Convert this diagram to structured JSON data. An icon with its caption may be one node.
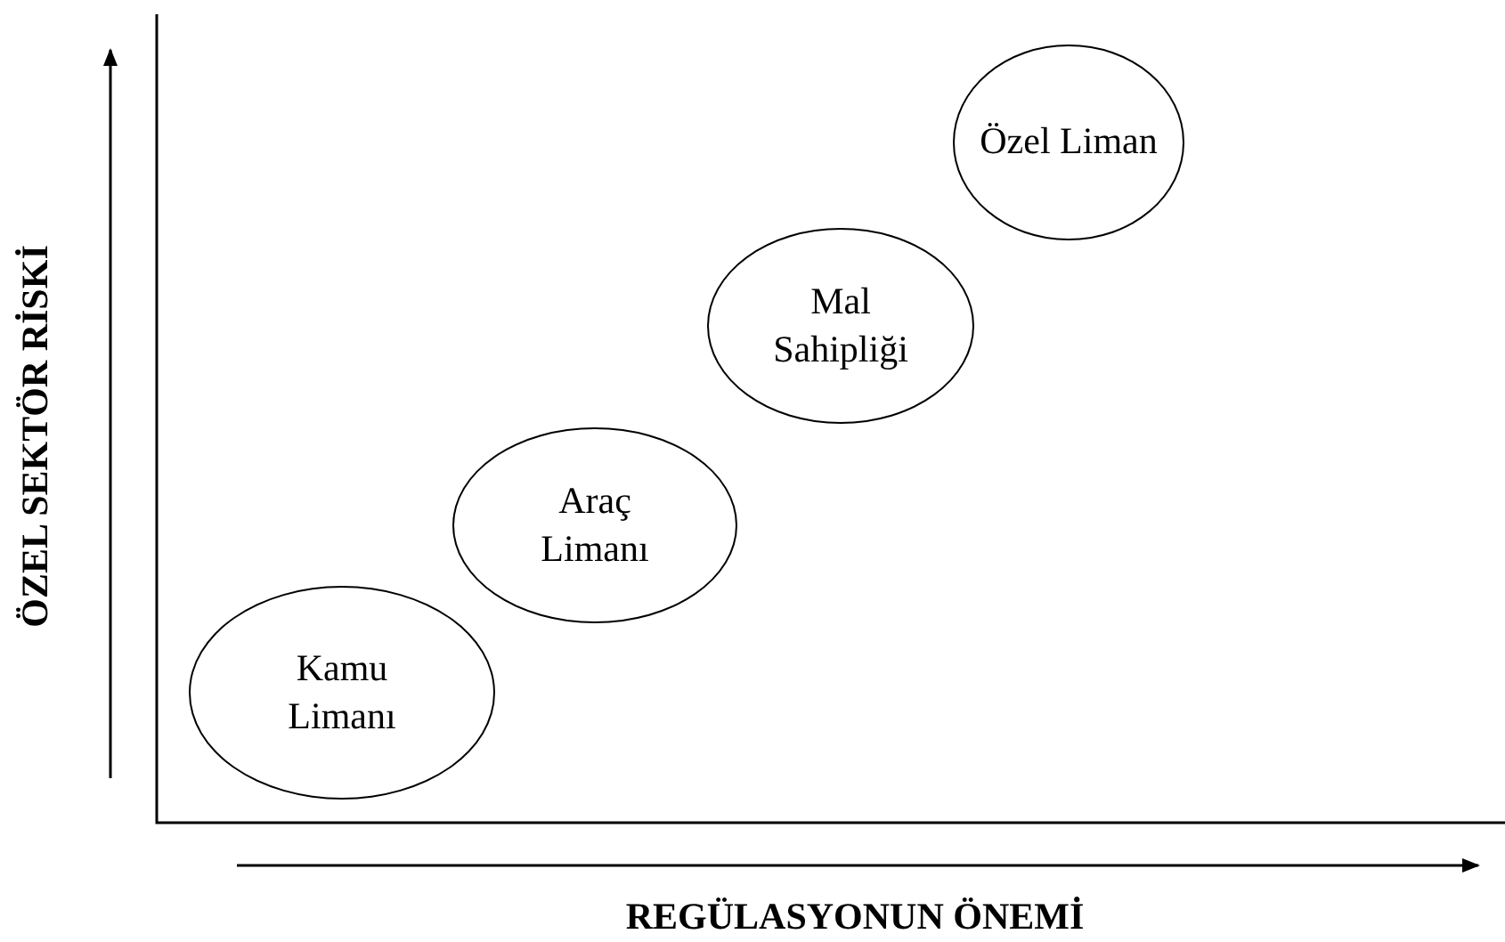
{
  "diagram": {
    "nodes": [
      {
        "text": [
          "Kamu Limanı"
        ]
      },
      {
        "text": [
          "Araç Limanı"
        ]
      },
      {
        "text": [
          "Mal Sahipliği"
        ]
      },
      {
        "text": [
          "Özel Liman"
        ]
      }
    ],
    "labels": [
      "ÖZEL SEKTÖR RİSKİ",
      "REGÜLASYONUN ÖNEMİ"
    ]
  }
}
